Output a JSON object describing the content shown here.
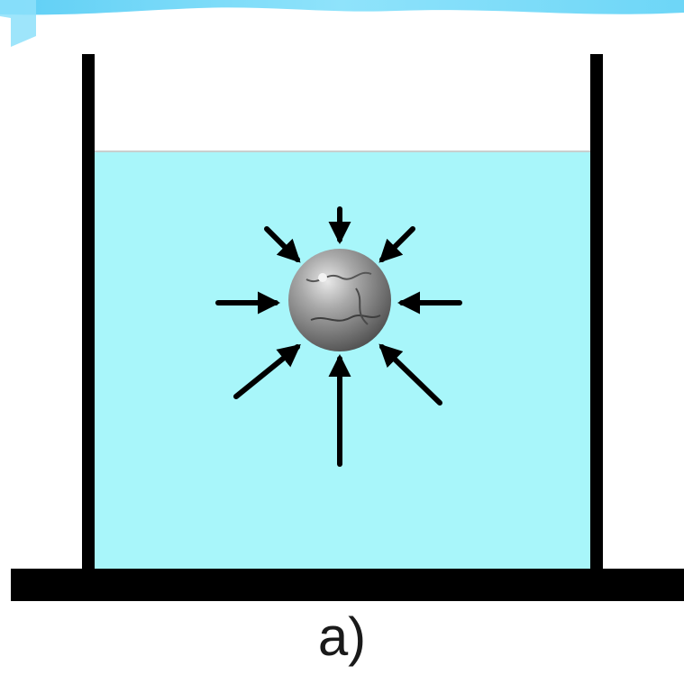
{
  "diagram": {
    "caption": "a)",
    "colors": {
      "water": "#a8f6fa",
      "container_wall": "#000000",
      "arrow": "#000000",
      "sphere": "#8f8f8f",
      "header_band": "#70d8f8"
    },
    "force_arrows": [
      {
        "direction": "from-top",
        "pointing": "toward-sphere"
      },
      {
        "direction": "from-top-left",
        "pointing": "toward-sphere"
      },
      {
        "direction": "from-top-right",
        "pointing": "toward-sphere"
      },
      {
        "direction": "from-left",
        "pointing": "toward-sphere"
      },
      {
        "direction": "from-right",
        "pointing": "toward-sphere"
      },
      {
        "direction": "from-bottom-left",
        "pointing": "toward-sphere"
      },
      {
        "direction": "from-bottom-right",
        "pointing": "toward-sphere"
      },
      {
        "direction": "from-bottom",
        "pointing": "toward-sphere"
      }
    ]
  }
}
